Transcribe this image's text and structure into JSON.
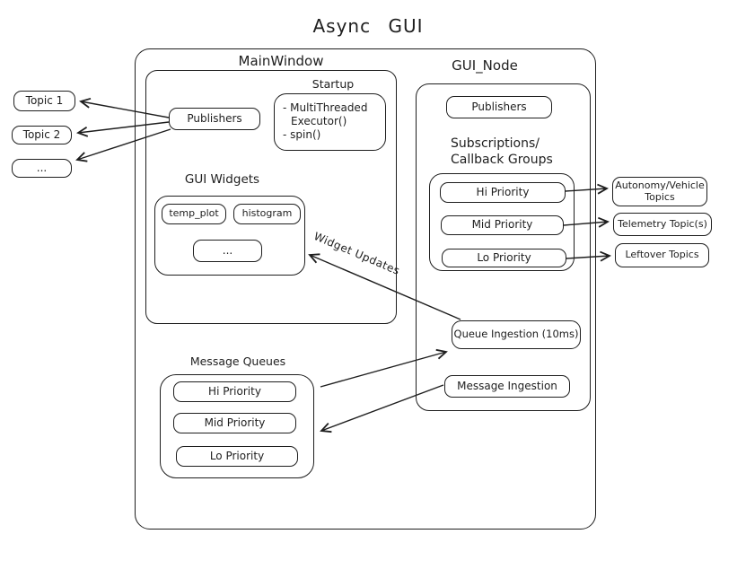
{
  "title": "Async GUI",
  "colors": {
    "stroke": "#1e1e1e",
    "background": "#ffffff"
  },
  "left_topics": {
    "items": [
      "Topic 1",
      "Topic 2",
      "..."
    ]
  },
  "main_window": {
    "label": "MainWindow",
    "publishers": "Publishers",
    "startup": {
      "title": "Startup",
      "lines": [
        "- MultiThreaded",
        "Executor()",
        "- spin()"
      ]
    },
    "gui_widgets": {
      "title": "GUI Widgets",
      "widgets": [
        "temp_plot",
        "histogram",
        "..."
      ]
    },
    "message_queues": {
      "title": "Message Queues",
      "queues": [
        "Hi Priority",
        "Mid Priority",
        "Lo Priority"
      ]
    }
  },
  "gui_node": {
    "label": "GUI_Node",
    "publishers": "Publishers",
    "subscriptions": {
      "title_line1": "Subscriptions/",
      "title_line2": "Callback Groups",
      "groups": [
        "Hi Priority",
        "Mid Priority",
        "Lo Priority"
      ]
    },
    "queue_ingestion": "Queue Ingestion (10ms)",
    "message_ingestion": "Message Ingestion"
  },
  "right_topics": {
    "items": [
      "Autonomy/Vehicle Topics",
      "Telemetry Topic(s)",
      "Leftover Topics"
    ]
  },
  "arrows": {
    "widget_updates_label": "Widget Updates"
  }
}
